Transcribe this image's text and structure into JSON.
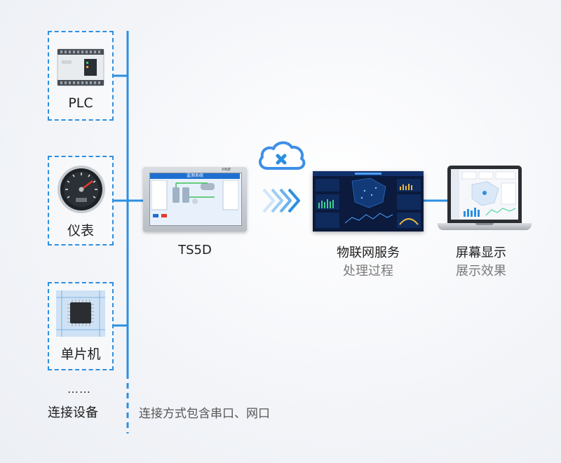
{
  "devices": [
    {
      "label": "PLC"
    },
    {
      "label": "仪表"
    },
    {
      "label": "单片机"
    }
  ],
  "devices_more": "……",
  "devices_caption": "连接设备",
  "connection_note": "连接方式包含串口、网口",
  "hmi": {
    "label": "TS5D",
    "screen_title": "监测系统",
    "brand": "XINJE"
  },
  "iot": {
    "title": "物联网服务",
    "subtitle": "处理过程"
  },
  "display": {
    "title": "屏幕显示",
    "subtitle": "展示效果"
  },
  "colors": {
    "accent": "#2d8fe0",
    "cloud": "#3d8fe8"
  }
}
